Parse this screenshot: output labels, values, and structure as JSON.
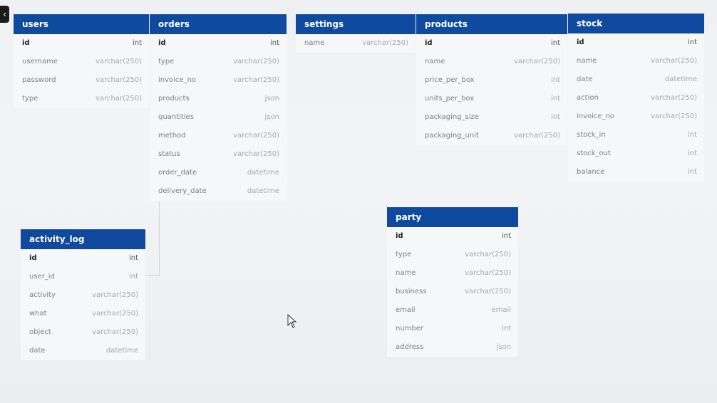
{
  "tables": [
    {
      "id": "users",
      "title": "users",
      "columns": [
        {
          "name": "id",
          "type": "int",
          "pk": true
        },
        {
          "name": "username",
          "type": "varchar(250)"
        },
        {
          "name": "password",
          "type": "varchar(250)"
        },
        {
          "name": "type",
          "type": "varchar(250)"
        }
      ]
    },
    {
      "id": "orders",
      "title": "orders",
      "columns": [
        {
          "name": "id",
          "type": "int",
          "pk": true
        },
        {
          "name": "type",
          "type": "varchar(250)"
        },
        {
          "name": "invoice_no",
          "type": "varchar(250)"
        },
        {
          "name": "products",
          "type": "json"
        },
        {
          "name": "quantities",
          "type": "json"
        },
        {
          "name": "method",
          "type": "varchar(250)"
        },
        {
          "name": "status",
          "type": "varchar(250)"
        },
        {
          "name": "order_date",
          "type": "datetime"
        },
        {
          "name": "delivery_date",
          "type": "datetime"
        }
      ]
    },
    {
      "id": "settings",
      "title": "settings",
      "columns": [
        {
          "name": "name",
          "type": "varchar(250)"
        }
      ]
    },
    {
      "id": "products",
      "title": "products",
      "columns": [
        {
          "name": "id",
          "type": "int",
          "pk": true
        },
        {
          "name": "name",
          "type": "varchar(250)"
        },
        {
          "name": "price_per_box",
          "type": "int"
        },
        {
          "name": "units_per_box",
          "type": "int"
        },
        {
          "name": "packaging_size",
          "type": "int"
        },
        {
          "name": "packaging_unit",
          "type": "varchar(250)"
        }
      ]
    },
    {
      "id": "stock",
      "title": "stock",
      "columns": [
        {
          "name": "id",
          "type": "int",
          "pk": true
        },
        {
          "name": "name",
          "type": "varchar(250)"
        },
        {
          "name": "date",
          "type": "datetime"
        },
        {
          "name": "action",
          "type": "varchar(250)"
        },
        {
          "name": "invoice_no",
          "type": "varchar(250)"
        },
        {
          "name": "stock_in",
          "type": "int"
        },
        {
          "name": "stock_out",
          "type": "int"
        },
        {
          "name": "balance",
          "type": "int"
        }
      ]
    },
    {
      "id": "activity_log",
      "title": "activity_log",
      "columns": [
        {
          "name": "id",
          "type": "int",
          "pk": true
        },
        {
          "name": "user_id",
          "type": "int"
        },
        {
          "name": "activity",
          "type": "varchar(250)"
        },
        {
          "name": "what",
          "type": "varchar(250)"
        },
        {
          "name": "object",
          "type": "varchar(250)"
        },
        {
          "name": "date",
          "type": "datetime"
        }
      ]
    },
    {
      "id": "party",
      "title": "party",
      "columns": [
        {
          "name": "id",
          "type": "int",
          "pk": true
        },
        {
          "name": "type",
          "type": "varchar(250)"
        },
        {
          "name": "name",
          "type": "varchar(250)"
        },
        {
          "name": "business",
          "type": "varchar(250)"
        },
        {
          "name": "email",
          "type": "email"
        },
        {
          "name": "number",
          "type": "int"
        },
        {
          "name": "address",
          "type": "json"
        }
      ]
    }
  ],
  "icons": {
    "back": "chevron-left-icon",
    "cursor": "mouse-pointer-icon"
  },
  "colors": {
    "header": "#0f4a9e",
    "background": "#f0f1f3"
  }
}
